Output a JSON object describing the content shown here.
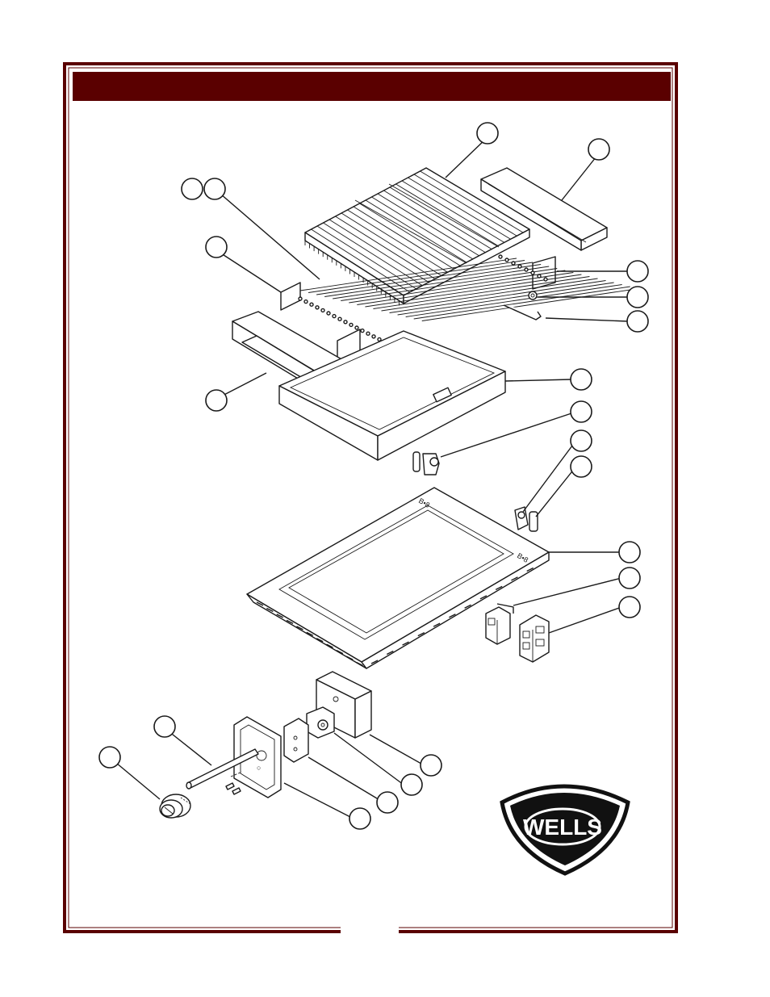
{
  "header": {
    "title": ""
  },
  "brand": {
    "logo_text": "WELLS"
  },
  "colors": {
    "frame": "#5a0000",
    "header_bar": "#5a0000",
    "ink": "#1a1a1a"
  },
  "diagram": {
    "type": "exploded-parts-view",
    "callout_labels": "",
    "parts": [
      "cooking-grate",
      "heat-shield",
      "rear-bracket",
      "radiant-rod-assembly",
      "front-handle-shield",
      "drip-pan",
      "hinge-bracket",
      "pin-clip",
      "hinge-bracket-right",
      "top-frame",
      "relay",
      "terminal-block",
      "junction-box",
      "thermostat",
      "mounting-bracket",
      "control-knob",
      "thermostat-shaft",
      "bezel-plate"
    ]
  }
}
